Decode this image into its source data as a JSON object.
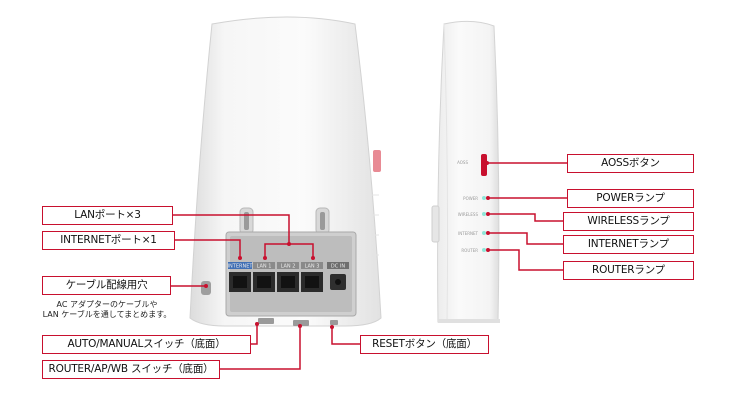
{
  "callouts": {
    "lan_ports": "LANポート×3",
    "internet_port": "INTERNETポート×1",
    "cable_hole": "ケーブル配線用穴",
    "cable_hole_note_1": "AC アダプターのケーブルや",
    "cable_hole_note_2": "LAN ケーブルを通してまとめます。",
    "auto_manual_switch": "AUTO/MANUALスイッチ（底面）",
    "mode_switch": "ROUTER/AP/WB スイッチ（底面）",
    "reset_button": "RESETボタン（底面）",
    "aoss_button": "AOSSボタン",
    "power_lamp": "POWERランプ",
    "wireless_lamp": "WIRELESSランプ",
    "internet_lamp": "INTERNETランプ",
    "router_lamp": "ROUTERランプ"
  },
  "back_panel": {
    "port_labels": [
      "INTERNET",
      "LAN 1",
      "LAN 2",
      "LAN 3",
      "DC IN"
    ]
  },
  "side_panel": {
    "aoss_text": "AOSS",
    "lamp_texts": [
      "POWER",
      "WIRELESS",
      "INTERNET",
      "ROUTER"
    ],
    "lamp_color": "#8fe6d8"
  },
  "colors": {
    "accent": "#c8102e"
  }
}
